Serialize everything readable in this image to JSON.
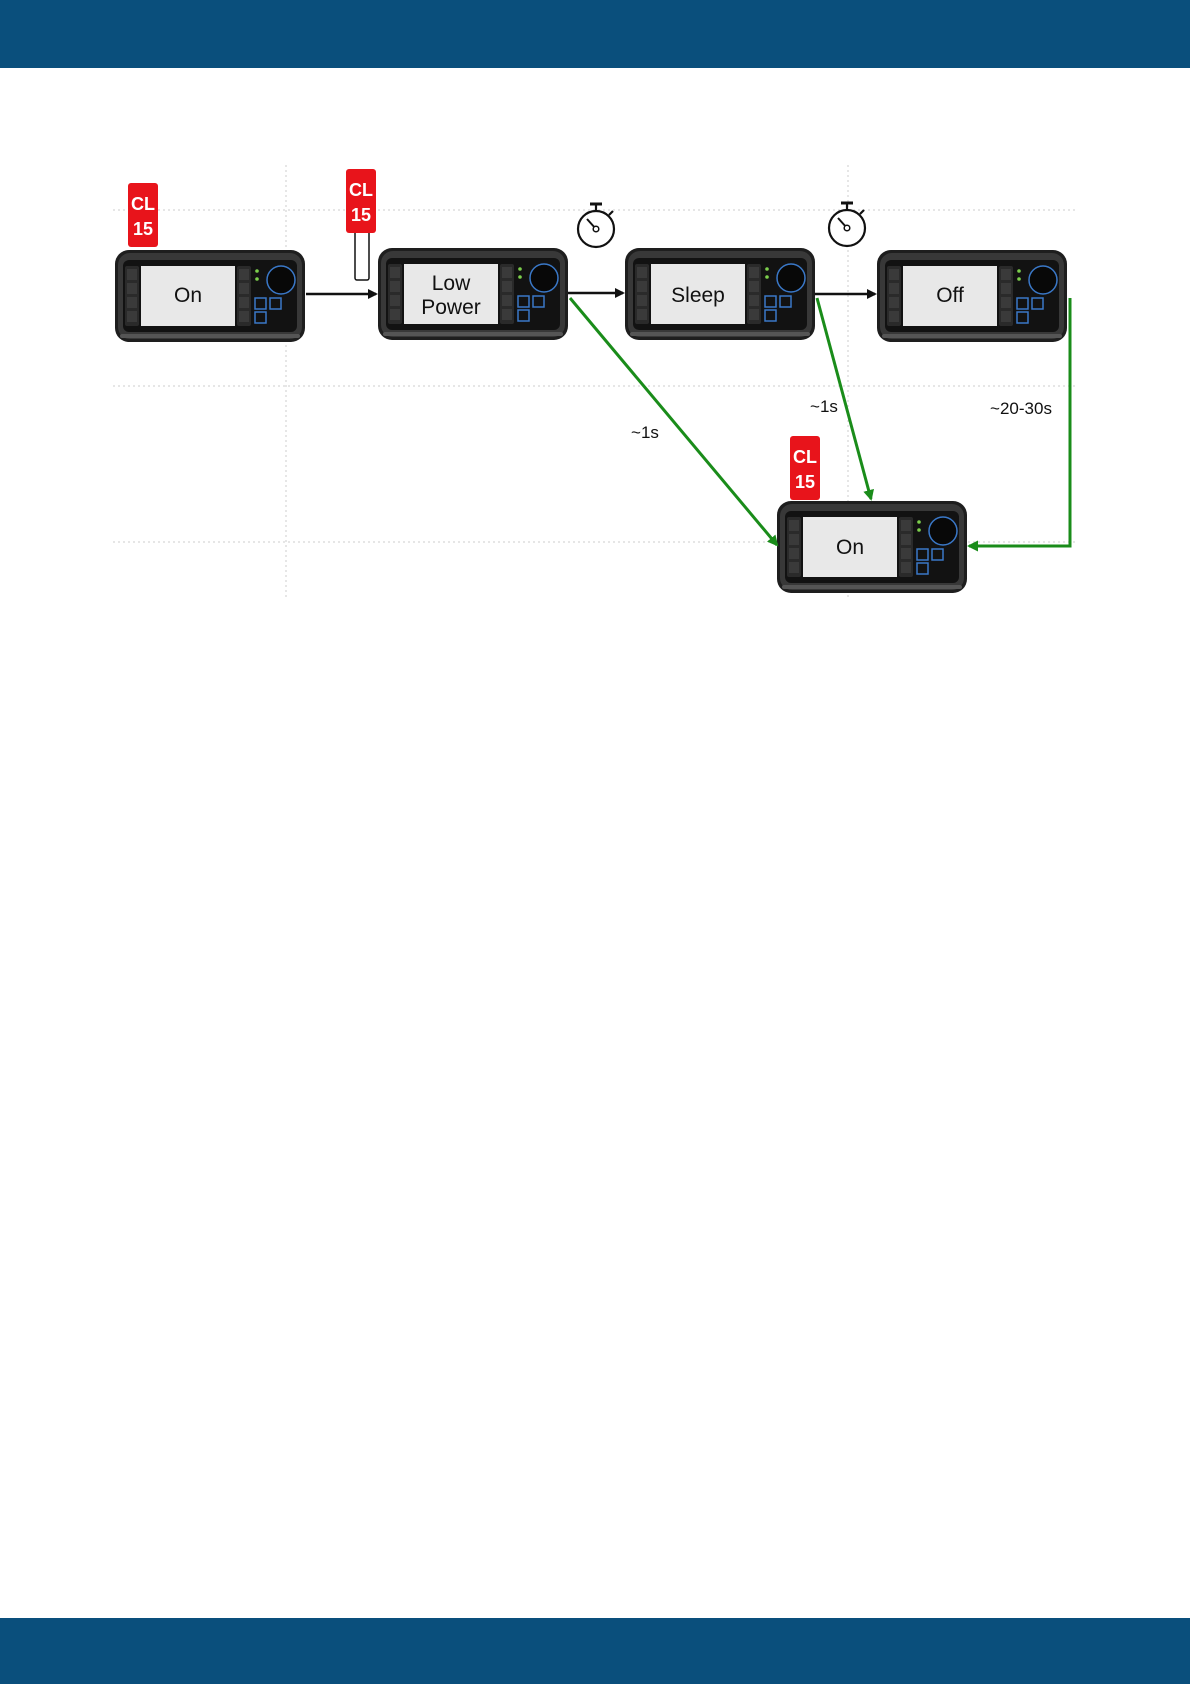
{
  "colors": {
    "brand_bar": "#0a4f7c",
    "badge_red": "#e8141b",
    "transition_black": "#111111",
    "wake_green": "#1a8c1a",
    "device_body": "#2b2b2b",
    "screen": "#e8e8e8",
    "button_accent": "#3a78c8"
  },
  "diagram": {
    "states": [
      {
        "label_line1": "On",
        "label_line2": ""
      },
      {
        "label_line1": "Low",
        "label_line2": "Power"
      },
      {
        "label_line1": "Sleep",
        "label_line2": ""
      },
      {
        "label_line1": "Off",
        "label_line2": ""
      },
      {
        "label_line1": "On",
        "label_line2": ""
      }
    ],
    "badges": [
      {
        "line1": "CL",
        "line2": "15"
      },
      {
        "line1": "CL",
        "line2": "15"
      },
      {
        "line1": "CL",
        "line2": "15"
      }
    ],
    "timers": [
      {
        "icon": "stopwatch-icon"
      },
      {
        "icon": "stopwatch-icon"
      }
    ],
    "timings": [
      {
        "text": "~1s"
      },
      {
        "text": "~1s"
      },
      {
        "text": "~20-30s"
      }
    ]
  }
}
